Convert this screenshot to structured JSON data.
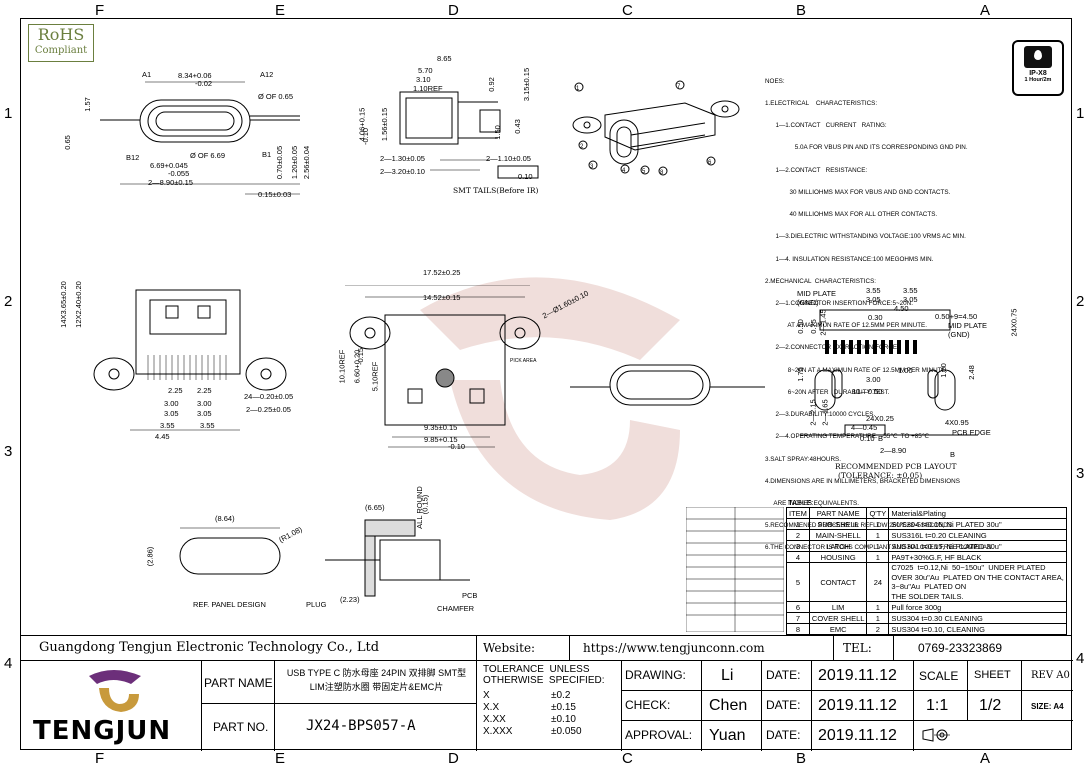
{
  "zones": {
    "columns": [
      "F",
      "E",
      "D",
      "C",
      "B",
      "A"
    ],
    "rows": [
      "1",
      "2",
      "3",
      "4"
    ]
  },
  "rohs": {
    "line1": "RoHS",
    "line2": "Compliant"
  },
  "ip_badge": {
    "rating": "IP-X8",
    "sub": "1 Hour/2m"
  },
  "notes": [
    "NOES:",
    "1.ELECTRICAL    CHARACTERISTICS:",
    "      1—1.CONTACT   CURRENT   RATING:",
    "                 5.0A FOR VBUS PIN AND ITS CORRESPONDING GND PIN.",
    "      1—2.CONTACT   RESISTANCE:",
    "              30 MILLIOHMS MAX FOR VBUS AND GND CONTACTS.",
    "              40 MILLIOHMS MAX FOR ALL OTHER CONTACTS.",
    "      1—3.DIELECTRIC WITHSTANDING VOLTAGE:100 VRMS AC MIN.",
    "      1—4. INSULATION RESISTANCE:100 MEGOHMS MIN.",
    "2.MECHANICAL  CHARACTERISTICS:",
    "      2—1.CONNECTOR INSERTION FORCE:5~20N.",
    "             AT A MAXIMUN RATE OF 12.5MM PER MINUTE.",
    "      2—2.CONNECTOR EXTRACTION FORCE:",
    "             8~20N AT A MAXIMUN RATE OF 12.5MM PER MINUTE.",
    "             6~20N AFTER   DURABILITY TEST.",
    "      2—3.DURABILITY:10000 CYCLES.",
    "      2—4.OPERATING TEMPERATURE:  -55℃  TO +85℃",
    "3.SALT SPRAY:48HOURS.",
    "4.DIMENSIONS ARE IN MILLIMETERS, BRACKETED DIMENSIONS",
    "     ARE INCHES EQUIVALENTS.",
    "5.RECOMMENED PROCESS: IR REFLOW 260℃±3~5SECONDS.",
    "6.THE CONNECTOR IS ROHS COMPLIANT AND HALOGEN FREE COMPLIAN."
  ],
  "view_labels": {
    "smt_tails": "SMT TAILS(Before IR)",
    "ref_panel": "REF. PANEL DESIGN",
    "plug": "PLUG",
    "pcb": "PCB",
    "chamfer": "CHAMFER",
    "all_round": "ALL ROUND",
    "pcb_edge": "PCB EDGE",
    "recommended": "RECOMMENDED PCB LAYOUT",
    "tolerance_note": "(TOLERANCE: ±0.05)",
    "mid_plate_gnd_1": "MID PLATE\n(GND)",
    "mid_plate_gnd_2": "MID PLATE\n(GND)",
    "pick_area": "PICK AREA"
  },
  "dims": {
    "top": [
      "A1",
      "8.34+0.06",
      "-0.02",
      "A12",
      "1.57",
      "Ø OF 0.65",
      "0.65",
      "B12",
      "6.69+0.045",
      "-0.055",
      "Ø OF 6.69",
      "B1",
      "0.70±0.05",
      "1.20±0.05",
      "2.56±0.04",
      "2—8.90±0.15",
      "0.15±0.03"
    ],
    "side": [
      "8.65",
      "5.70",
      "3.10",
      "1.10REF",
      "0.92",
      "3.15±0.15",
      "4.06+0.15",
      "-0.10",
      "1.56±0.15",
      "1.50",
      "0.43",
      "2—1.30±0.05",
      "2—1.10±0.05",
      "2—3.20±0.10",
      "0.10"
    ],
    "front": [
      "14X3.65±0.20",
      "12X2.40±0.20",
      "2.25",
      "2.25",
      "3.00",
      "3.00",
      "3.05",
      "3.05",
      "3.55",
      "3.55",
      "4.45",
      "24—0.20±0.05",
      "2—0.25±0.05"
    ],
    "bottom": [
      "17.52±0.25",
      "14.52±0.15",
      "2—Ø1.60±0.10",
      "10.10REF",
      "6.60+0.20",
      "-0.15",
      "5.10REF",
      "9.35±0.15",
      "9.85+0.15",
      "-0.10"
    ],
    "layout": [
      "3.55",
      "3.55",
      "3.05",
      "3.05",
      "4.50",
      "0.30",
      "0.50+9=4.50",
      "24X0.75",
      "0.50",
      "0.75",
      "2—1.45",
      "1.75",
      "1.00",
      "1.20",
      "3.00",
      "2.48",
      "10—0.50",
      "2—2.15",
      "2—1.65",
      "24X0.25",
      "4—0.45",
      "0.10",
      "B",
      "2—8.90",
      "4X0.95",
      "B"
    ],
    "panel": [
      "(8.64)",
      "(2.86)",
      "(R1.08)",
      "(6.65)",
      "(2.23)",
      "(0.15)"
    ]
  },
  "table": {
    "title": "TABLE:",
    "headers": [
      "ITEM",
      "PART NAME",
      "Q'TY",
      "Material&Plating"
    ],
    "rows": [
      {
        "item": "1",
        "name": "SUB-SHELL",
        "qty": "1",
        "mat": "SUS304  t=0.15, Ni PLATED 30u\""
      },
      {
        "item": "2",
        "name": "MAIN-SHELL",
        "qty": "1",
        "mat": "SUS316L  t=0.20  CLEANING"
      },
      {
        "item": "3",
        "name": "LATCH",
        "qty": "1",
        "mat": "SUS301  t=0.15, Ni PLATED 30u\""
      },
      {
        "item": "4",
        "name": "HOUSING",
        "qty": "1",
        "mat": "PA9T+30%G.F, HF BLACK"
      },
      {
        "item": "5",
        "name": "CONTACT",
        "qty": "24",
        "mat": "C7025  t=0.12,Ni  50~150u\"  UNDER PLATED\nOVER 30u\"Au  PLATED ON THE CONTACT AREA,\n3~8u\"Au  PLATED ON\nTHE SOLDER TAILS."
      },
      {
        "item": "6",
        "name": "LIM",
        "qty": "1",
        "mat": "Pull   force 300g"
      },
      {
        "item": "7",
        "name": "COVER SHELL",
        "qty": "1",
        "mat": "SUS304  t=0.30  CLEANING"
      },
      {
        "item": "8",
        "name": "EMC",
        "qty": "2",
        "mat": "SUS304  t=0.10,  CLEANING"
      }
    ]
  },
  "title_block": {
    "company": "Guangdong Tengjun Electronic Technology Co., Ltd",
    "website_label": "Website:",
    "website": "https://www.tengjunconn.com",
    "tel_label": "TEL:",
    "tel": "0769-23323869",
    "logo_text": "TENGJUN",
    "part_name_label": "PART  NAME",
    "part_name": "USB TYPE C 防水母座 24PIN 双排脚 SMT型\nLIM注塑防水圈 带固定片&EMC片",
    "part_no_label": "PART  NO.",
    "part_no": "JX24-BPS057-A",
    "tolerance_title": "TOLERANCE  UNLESS\nOTHERWISE  SPECIFIED:",
    "tolerances": [
      {
        "k": "X",
        "v": "±0.2"
      },
      {
        "k": "X.X",
        "v": "±0.15"
      },
      {
        "k": "X.XX",
        "v": "±0.10"
      },
      {
        "k": "X.XXX",
        "v": "±0.050"
      }
    ],
    "drawing_label": "DRAWING:",
    "drawing": "Li",
    "check_label": "CHECK:",
    "check": "Chen",
    "approval_label": "APPROVAL:",
    "approval": "Yuan",
    "date_label": "DATE:",
    "date1": "2019.11.12",
    "date2": "2019.11.12",
    "date3": "2019.11.12",
    "scale_label": "SCALE",
    "scale": "1:1",
    "sheet_label": "SHEET",
    "sheet": "1/2",
    "rev": "REV A0",
    "size": "SIZE: A4"
  },
  "colors": {
    "rohs": "#6b7f3f",
    "logo_purple": "#6c2f7a",
    "logo_gold": "#c89a3c",
    "watermark": "#e8c9c4"
  }
}
